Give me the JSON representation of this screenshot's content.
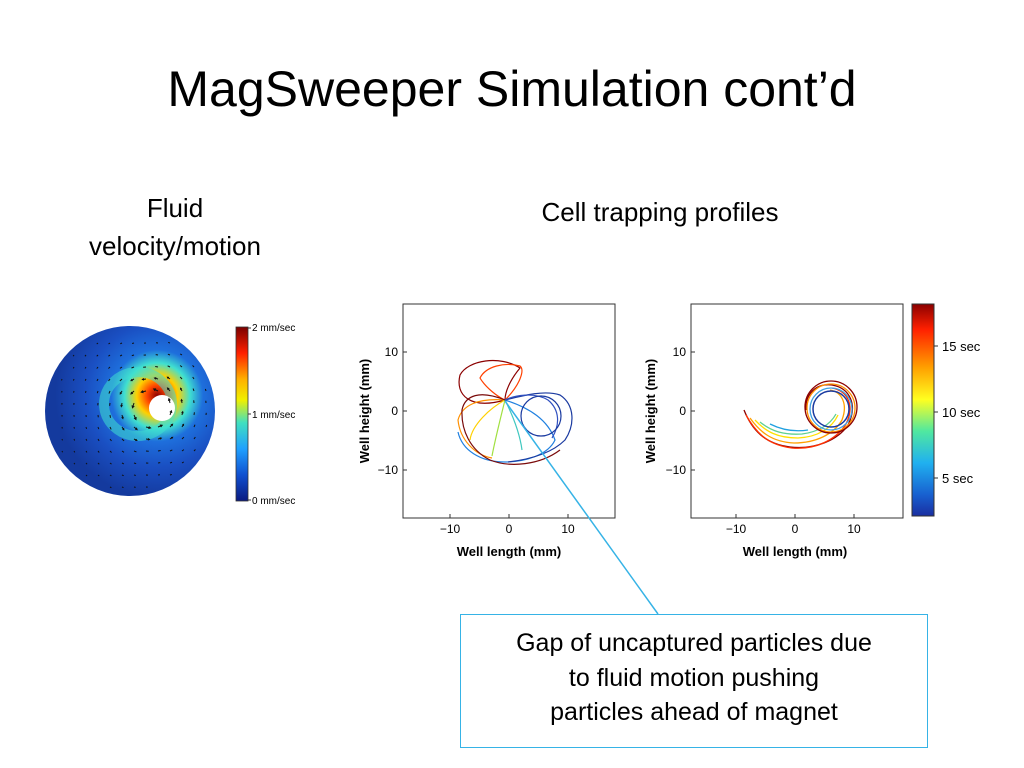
{
  "slide": {
    "title": "MagSweeper Simulation cont’d",
    "left_label_line1": "Fluid",
    "left_label_line2": "velocity/motion",
    "right_label": "Cell trapping profiles",
    "callout_line1": "Gap of uncaptured particles due",
    "callout_line2": "to fluid motion pushing",
    "callout_line3": "particles ahead of magnet"
  },
  "velocity_colorbar": {
    "top": "2 mm/sec",
    "mid": "1 mm/sec",
    "bottom": "0 mm/sec"
  },
  "plot_left": {
    "xlabel": "Well length (mm)",
    "ylabel": "Well height (mm)",
    "xticks": [
      "−10",
      "0",
      "10"
    ],
    "yticks": [
      "10",
      "0",
      "−10"
    ]
  },
  "plot_right": {
    "xlabel": "Well length (mm)",
    "ylabel": "Well height (mm)",
    "xticks": [
      "−10",
      "0",
      "10"
    ],
    "yticks": [
      "10",
      "0",
      "−10"
    ]
  },
  "time_colorbar": {
    "t15": "15 sec",
    "t10": "10 sec",
    "t5": "5 sec"
  },
  "colors": {
    "callout_border": "#36b3e6",
    "leader_line": "#36b3e6"
  }
}
